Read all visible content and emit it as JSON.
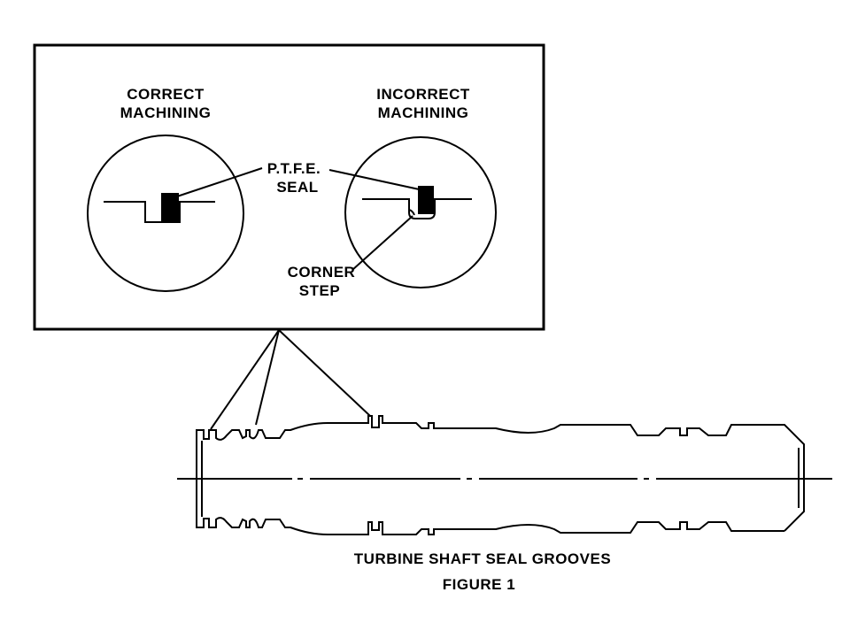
{
  "detail_box": {
    "correct": {
      "line1": "CORRECT",
      "line2": "MACHINING"
    },
    "incorrect": {
      "line1": "INCORRECT",
      "line2": "MACHINING"
    },
    "seal_label": {
      "line1": "P.T.F.E.",
      "line2": "SEAL"
    },
    "corner_label": {
      "line1": "CORNER",
      "line2": "STEP"
    }
  },
  "caption": {
    "title": "TURBINE SHAFT SEAL GROOVES",
    "figure": "FIGURE 1"
  }
}
